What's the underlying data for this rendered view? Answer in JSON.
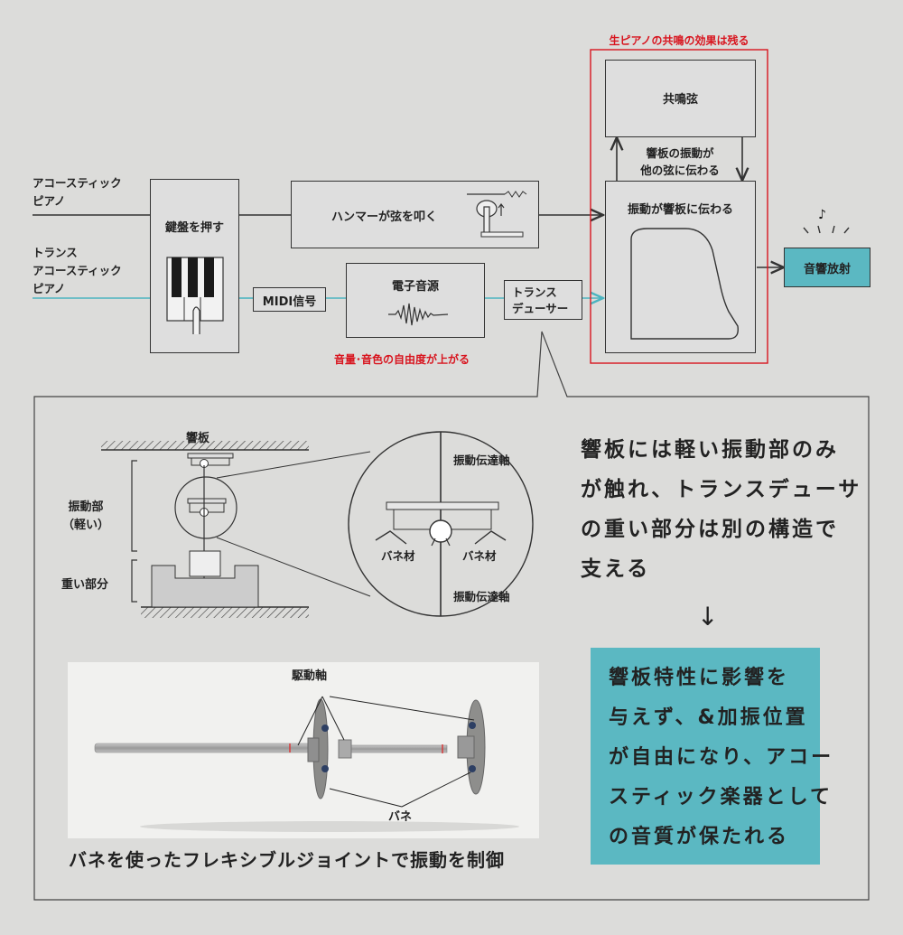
{
  "colors": {
    "background": "#dcdcda",
    "line": "#333333",
    "teal": "#5bb8c2",
    "red": "#d8141e",
    "accent_line": "#4bb4c0"
  },
  "flow": {
    "input_acoustic": "アコースティック\nピアノ",
    "input_trans": "トランス\nアコースティック\nピアノ",
    "keyboard": "鍵盤を押す",
    "hammer": "ハンマーが弦を叩く",
    "midi": "MIDI信号",
    "sound_source": "電子音源",
    "transducer": "トランス\nデューサー",
    "volume_note": "音量･音色の自由度が上がる",
    "resonance_note": "生ピアノの共鳴の効果は残る",
    "strings": "共鳴弦",
    "soundboard_to_strings": "響板の振動が\n他の弦に伝わる",
    "to_soundboard": "振動が響板に伝わる",
    "output": "音響放射"
  },
  "detail": {
    "soundboard": "響板",
    "vibrating_part": "振動部\n（軽い）",
    "heavy_part": "重い部分",
    "shaft_top": "振動伝達軸",
    "shaft_bottom": "振動伝達軸",
    "spring_left": "バネ材",
    "spring_right": "バネ材",
    "statement": "響板には軽い振動部のみ\nが触れ、トランスデューサ\nの重い部分は別の構造で\n支える",
    "arrow": "↓",
    "result": "響板特性に影響を\n与えず、&加振位置\nが自由になり、アコー\nスティック楽器として\nの音質が保たれる",
    "photo_drive_shaft": "駆動軸",
    "photo_spring": "バネ",
    "caption": "バネを使ったフレキシブルジョイントで振動を制御"
  }
}
